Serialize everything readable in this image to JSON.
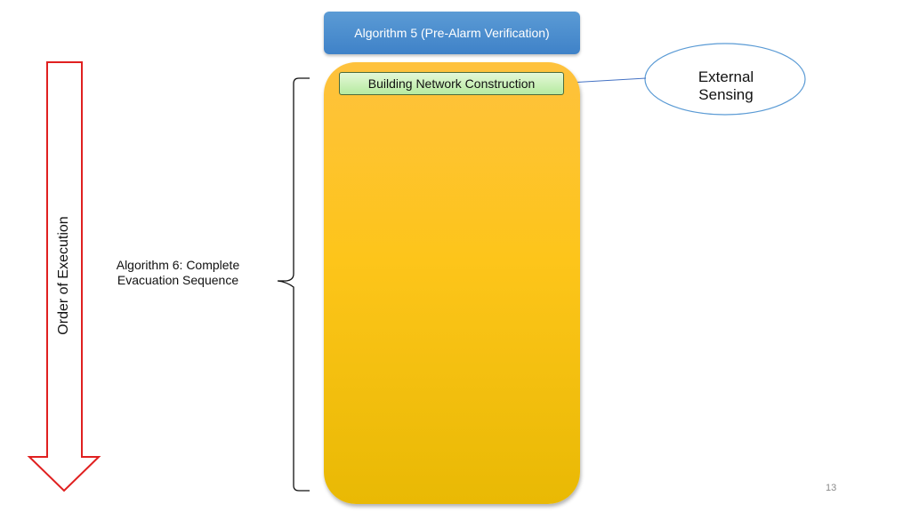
{
  "slide": {
    "page_number": "13",
    "colors": {
      "algorithm5_box": "#5b9bd5",
      "container_fill": "#fdc51a",
      "step_box_fill": "#c6f0b4",
      "arrow_outline": "#e02020",
      "ellipse_outline": "#5b9bd5",
      "connector": "#4472c4"
    }
  },
  "diagram": {
    "order_arrow": {
      "label": "Order of Execution"
    },
    "algorithm5": {
      "label": "Algorithm 5 (Pre-Alarm Verification)"
    },
    "algorithm6": {
      "label_line1": "Algorithm 6: Complete",
      "label_line2": "Evacuation Sequence"
    },
    "steps": [
      {
        "label": "Building Network Construction"
      }
    ],
    "external_input": {
      "label_line1": "External",
      "label_line2": "Sensing"
    }
  }
}
